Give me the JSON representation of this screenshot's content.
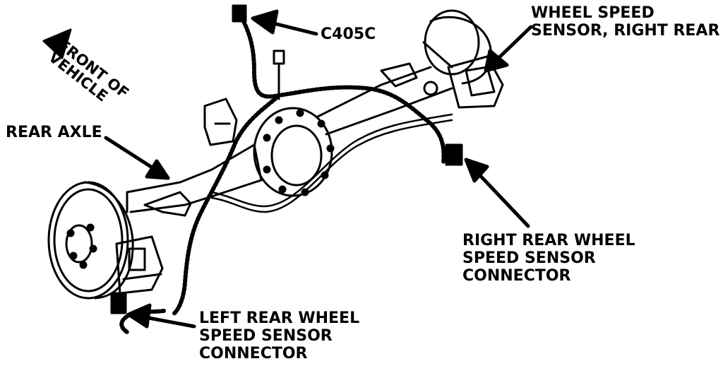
{
  "labels": {
    "c405c": "C405C",
    "front_of_vehicle": [
      "FRONT OF",
      "VEHICLE"
    ],
    "wheel_speed_sensor_right_rear": [
      "WHEEL SPEED",
      "SENSOR, RIGHT REAR"
    ],
    "rear_axle": "REAR AXLE",
    "right_rear_connector": [
      "RIGHT REAR WHEEL",
      "SPEED SENSOR",
      "CONNECTOR"
    ],
    "left_rear_connector": [
      "LEFT REAR WHEEL",
      "SPEED SENSOR",
      "CONNECTOR"
    ]
  },
  "colors": {
    "ink": "#000000",
    "paper": "#ffffff"
  }
}
